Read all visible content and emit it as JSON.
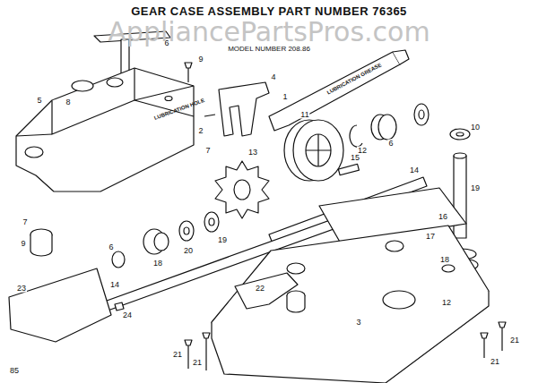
{
  "diagram": {
    "title": "GEAR CASE ASSEMBLY PART NUMBER 76365",
    "labels": [
      "AppliancePartsPros.com",
      "MODEL NUMBER 208.86",
      "LUBRICATION HOLE",
      "LUBRICATION GREASE",
      "6",
      "9",
      "5",
      "8",
      "4",
      "2",
      "7",
      "1",
      "11",
      "6",
      "12",
      "10",
      "15",
      "14",
      "13",
      "19",
      "20",
      "18",
      "6",
      "14",
      "7",
      "9",
      "16",
      "17",
      "18",
      "12",
      "19",
      "22",
      "23",
      "24",
      "21",
      "21",
      "21",
      "21",
      "3",
      "85"
    ]
  }
}
